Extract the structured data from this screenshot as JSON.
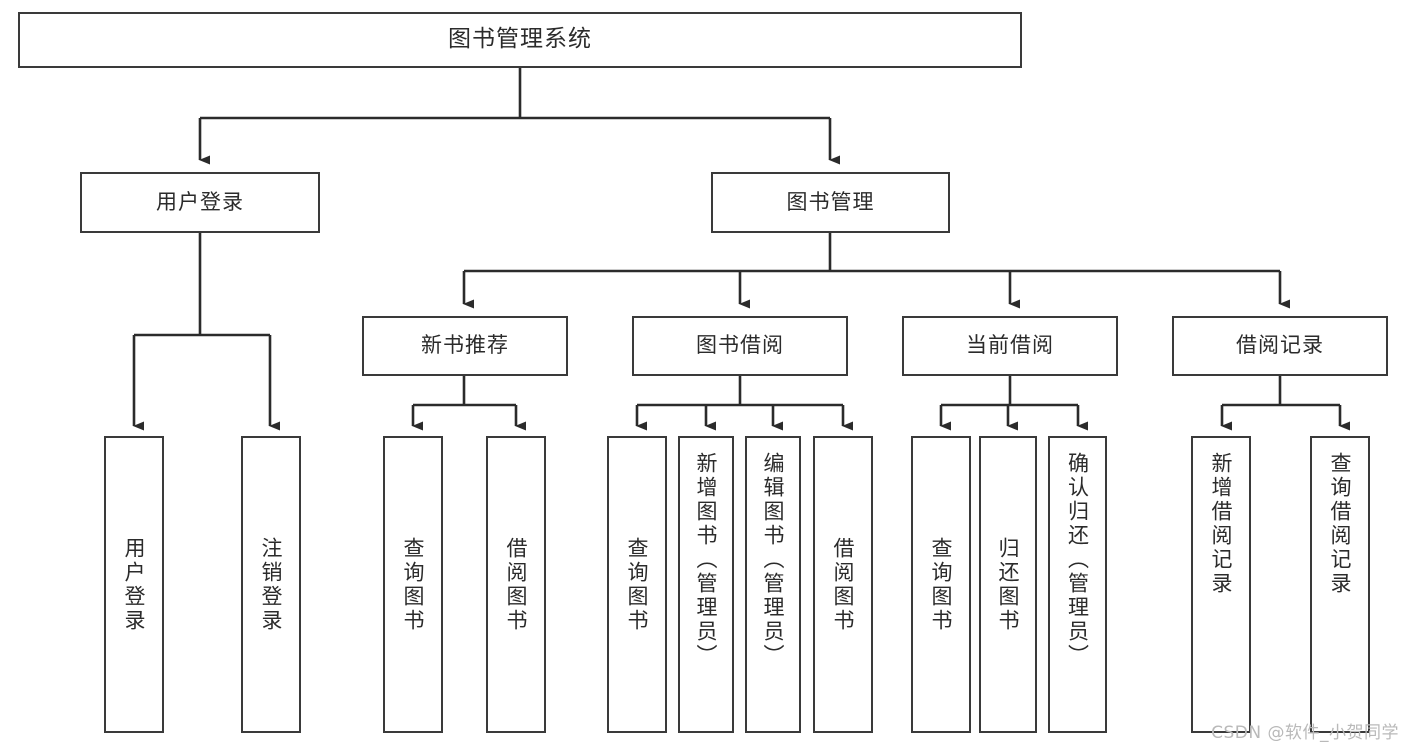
{
  "diagram": {
    "title": "图书管理系统",
    "type": "tree-hierarchy",
    "watermark": "CSDN @软件_小贺同学",
    "colors": {
      "background": "#ffffff",
      "box_border": "#3a3a3a",
      "box_fill": "#ffffff",
      "text": "#2b2b2b",
      "connector": "#2b2b2b",
      "watermark": "#b9b9b9"
    },
    "nodes": {
      "root": {
        "id": "root",
        "label": "图书管理系统",
        "level": 1
      },
      "l2": [
        {
          "id": "user-login",
          "label": "用户登录",
          "level": 2
        },
        {
          "id": "book-manage",
          "label": "图书管理",
          "level": 2
        }
      ],
      "l3": [
        {
          "id": "new-book-rec",
          "label": "新书推荐",
          "level": 3,
          "parent": "book-manage"
        },
        {
          "id": "book-borrow",
          "label": "图书借阅",
          "level": 3,
          "parent": "book-manage"
        },
        {
          "id": "current-borrow",
          "label": "当前借阅",
          "level": 3,
          "parent": "book-manage"
        },
        {
          "id": "borrow-record",
          "label": "借阅记录",
          "level": 3,
          "parent": "book-manage"
        }
      ],
      "leaves": [
        {
          "id": "leaf-user-login",
          "label": "用户登录",
          "parent": "user-login",
          "vertical": true,
          "centered": true
        },
        {
          "id": "leaf-user-logout",
          "label": "注销登录",
          "parent": "user-login",
          "vertical": true,
          "centered": true
        },
        {
          "id": "leaf-query-book-1",
          "label": "查询图书",
          "parent": "new-book-rec",
          "vertical": true,
          "centered": true
        },
        {
          "id": "leaf-borrow-book-1",
          "label": "借阅图书",
          "parent": "new-book-rec",
          "vertical": true,
          "centered": true
        },
        {
          "id": "leaf-query-book-2",
          "label": "查询图书",
          "parent": "book-borrow",
          "vertical": true,
          "centered": true
        },
        {
          "id": "leaf-add-book-admin",
          "label": "新增图书（管理员）",
          "parent": "book-borrow",
          "vertical": true,
          "centered": false
        },
        {
          "id": "leaf-edit-book-admin",
          "label": "编辑图书（管理员）",
          "parent": "book-borrow",
          "vertical": true,
          "centered": false
        },
        {
          "id": "leaf-borrow-book-2",
          "label": "借阅图书",
          "parent": "book-borrow",
          "vertical": true,
          "centered": true
        },
        {
          "id": "leaf-query-book-3",
          "label": "查询图书",
          "parent": "current-borrow",
          "vertical": true,
          "centered": true
        },
        {
          "id": "leaf-return-book",
          "label": "归还图书",
          "parent": "current-borrow",
          "vertical": true,
          "centered": true
        },
        {
          "id": "leaf-confirm-return-admin",
          "label": "确认归还（管理员）",
          "parent": "current-borrow",
          "vertical": true,
          "centered": false
        },
        {
          "id": "leaf-add-borrow-record",
          "label": "新增借阅记录",
          "parent": "borrow-record",
          "vertical": true,
          "centered": false
        },
        {
          "id": "leaf-query-borrow-record",
          "label": "查询借阅记录",
          "parent": "borrow-record",
          "vertical": true,
          "centered": false
        }
      ]
    },
    "edges": [
      {
        "from": "root",
        "to": "user-login"
      },
      {
        "from": "root",
        "to": "book-manage"
      },
      {
        "from": "book-manage",
        "to": "new-book-rec"
      },
      {
        "from": "book-manage",
        "to": "book-borrow"
      },
      {
        "from": "book-manage",
        "to": "current-borrow"
      },
      {
        "from": "book-manage",
        "to": "borrow-record"
      },
      {
        "from": "user-login",
        "to": "leaf-user-login"
      },
      {
        "from": "user-login",
        "to": "leaf-user-logout"
      },
      {
        "from": "new-book-rec",
        "to": "leaf-query-book-1"
      },
      {
        "from": "new-book-rec",
        "to": "leaf-borrow-book-1"
      },
      {
        "from": "book-borrow",
        "to": "leaf-query-book-2"
      },
      {
        "from": "book-borrow",
        "to": "leaf-add-book-admin"
      },
      {
        "from": "book-borrow",
        "to": "leaf-edit-book-admin"
      },
      {
        "from": "book-borrow",
        "to": "leaf-borrow-book-2"
      },
      {
        "from": "current-borrow",
        "to": "leaf-query-book-3"
      },
      {
        "from": "current-borrow",
        "to": "leaf-return-book"
      },
      {
        "from": "current-borrow",
        "to": "leaf-confirm-return-admin"
      },
      {
        "from": "borrow-record",
        "to": "leaf-add-borrow-record"
      },
      {
        "from": "borrow-record",
        "to": "leaf-query-borrow-record"
      }
    ]
  }
}
